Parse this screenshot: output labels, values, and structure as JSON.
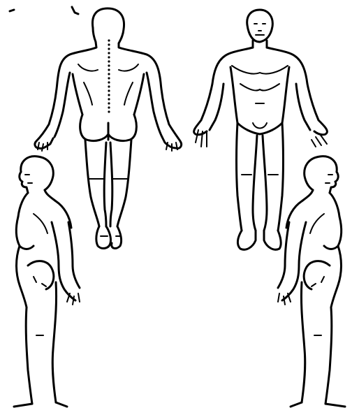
{
  "figure": {
    "background": "#ffffff",
    "ink": "#000000",
    "views": [
      {
        "id": "back",
        "icon": "body-back-view"
      },
      {
        "id": "front",
        "icon": "body-front-view"
      },
      {
        "id": "left-profile",
        "icon": "body-left-profile"
      },
      {
        "id": "right-profile",
        "icon": "body-right-profile"
      }
    ]
  }
}
